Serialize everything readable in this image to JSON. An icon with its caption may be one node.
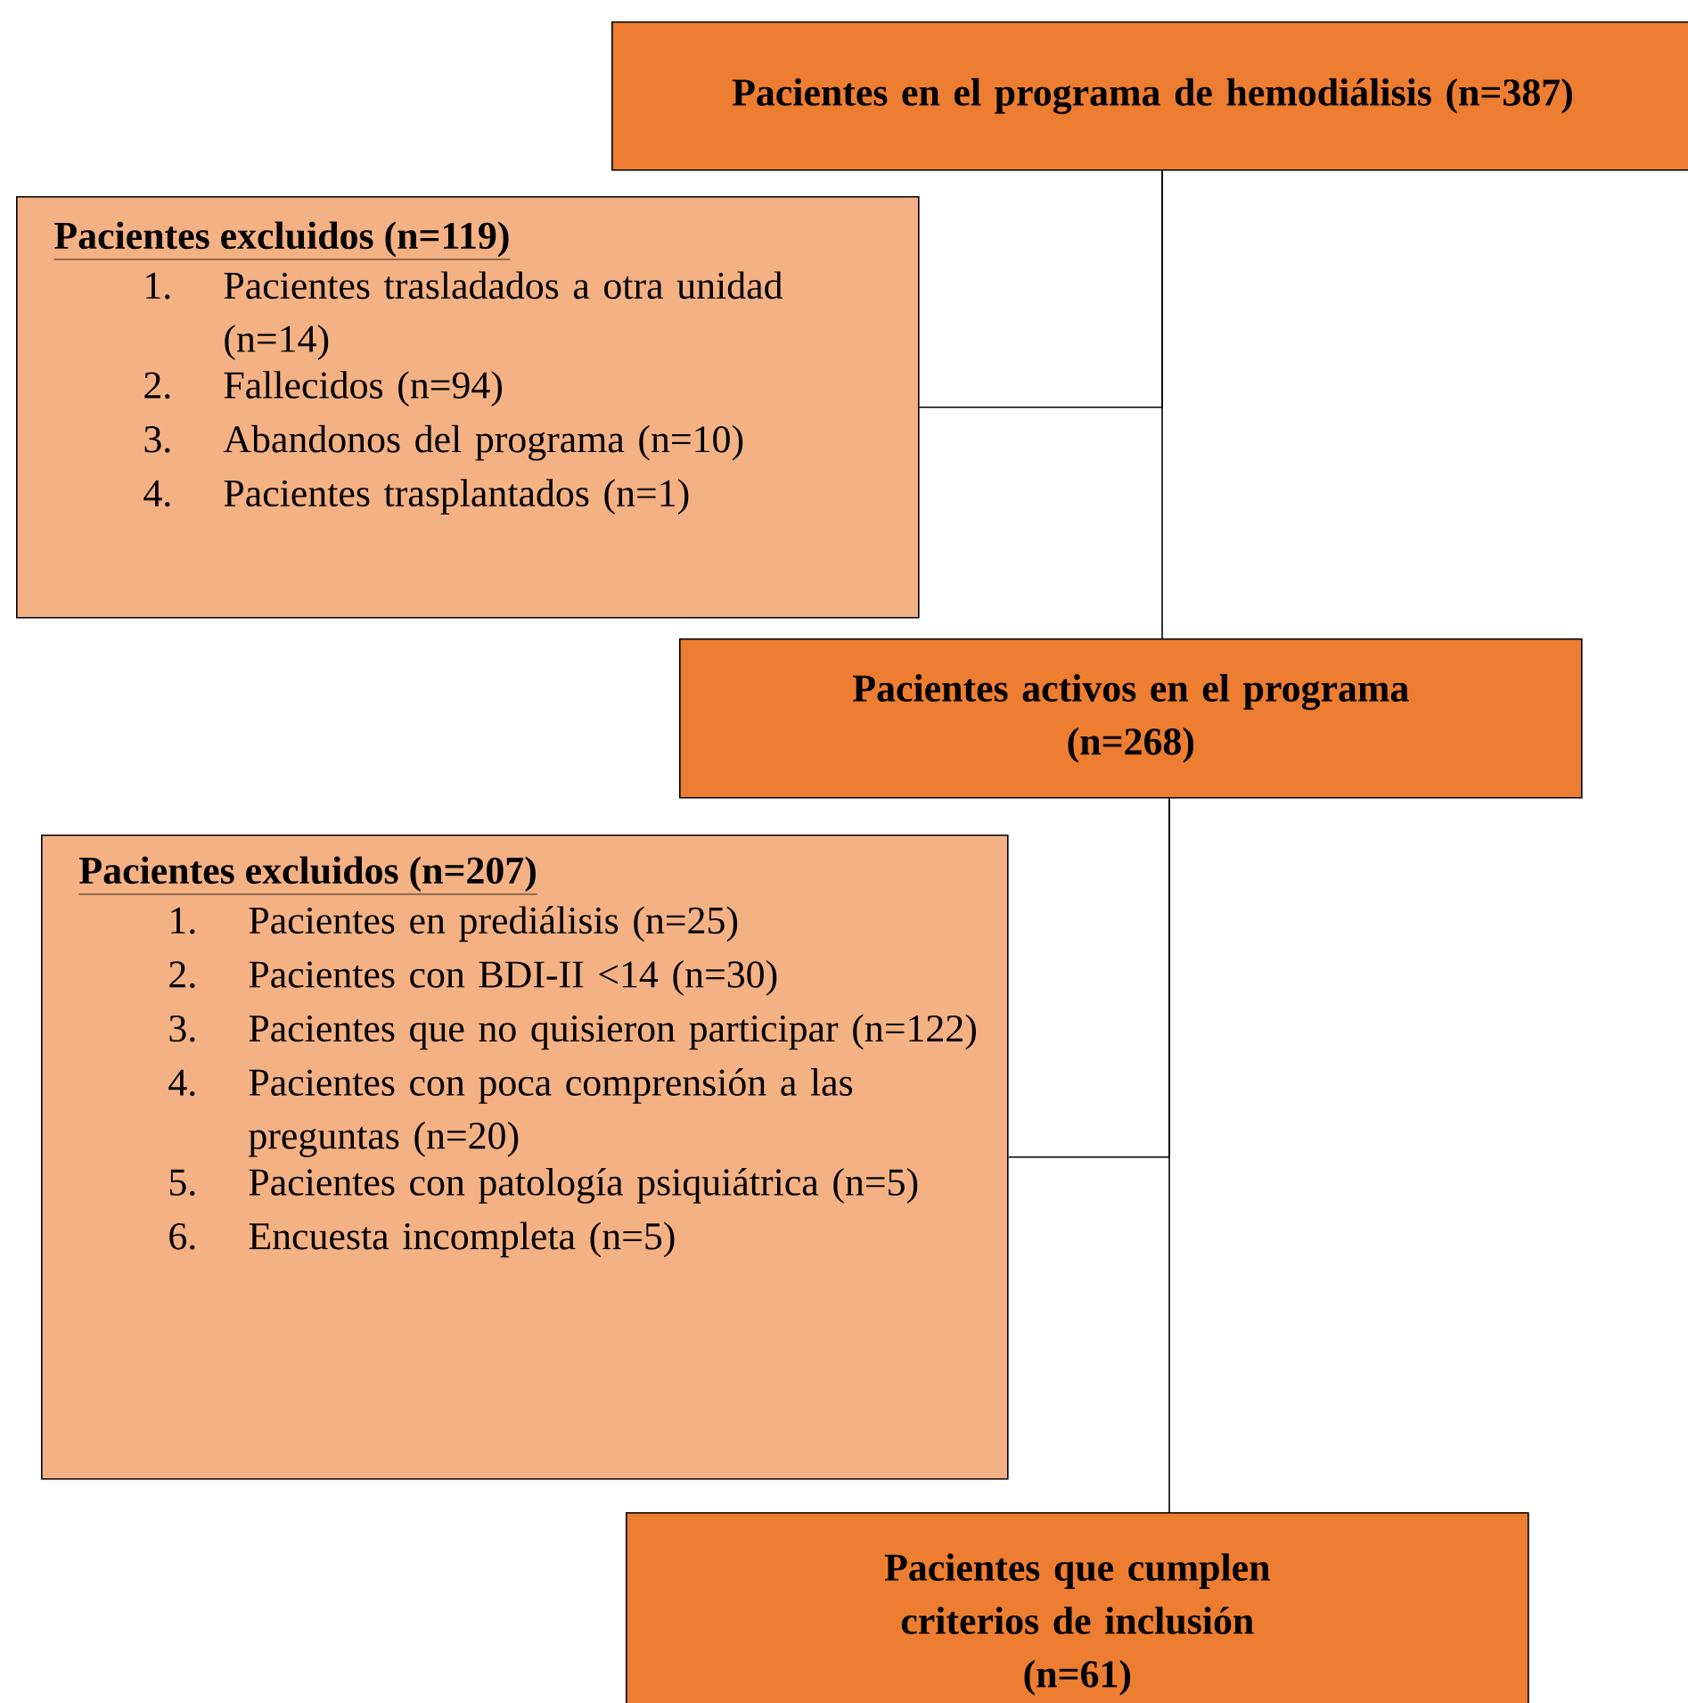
{
  "diagram": {
    "nodes": [
      {
        "text": [
          "Pacientes en el programa de hemodiálisis (n=387)"
        ]
      },
      {
        "text": [
          "Pacientes excluidos (n=119)",
          "1.",
          "Pacientes trasladados a otra unidad (n=14)",
          "2.",
          "Fallecidos (n=94)",
          "3.",
          "Abandonos del programa (n=10)",
          "4.",
          "Pacientes trasplantados (n=1)"
        ]
      },
      {
        "text": [
          "Pacientes activos en el programa",
          "(n=268)"
        ]
      },
      {
        "text": [
          "Pacientes excluidos (n=207)",
          "1.",
          "Pacientes en prediálisis (n=25)",
          "2.",
          "Pacientes con BDI-II <14 (n=30)",
          "3.",
          "Pacientes que no quisieron participar (n=122)",
          "4.",
          "Pacientes con poca comprensión a las preguntas (n=20)",
          "5.",
          "Pacientes con patología psiquiátrica (n=5)",
          "6.",
          "Encuesta incompleta (n=5)"
        ]
      },
      {
        "text": [
          "Pacientes que cumplen criterios de inclusión",
          "(n=61)"
        ]
      }
    ],
    "edges": [
      {
        "from": 0,
        "to": 2,
        "arrow": "none"
      },
      {
        "from": 0,
        "to": 1,
        "arrow": "none"
      },
      {
        "from": 2,
        "to": 4,
        "arrow": "none"
      },
      {
        "from": 2,
        "to": 3,
        "arrow": "none"
      }
    ]
  }
}
